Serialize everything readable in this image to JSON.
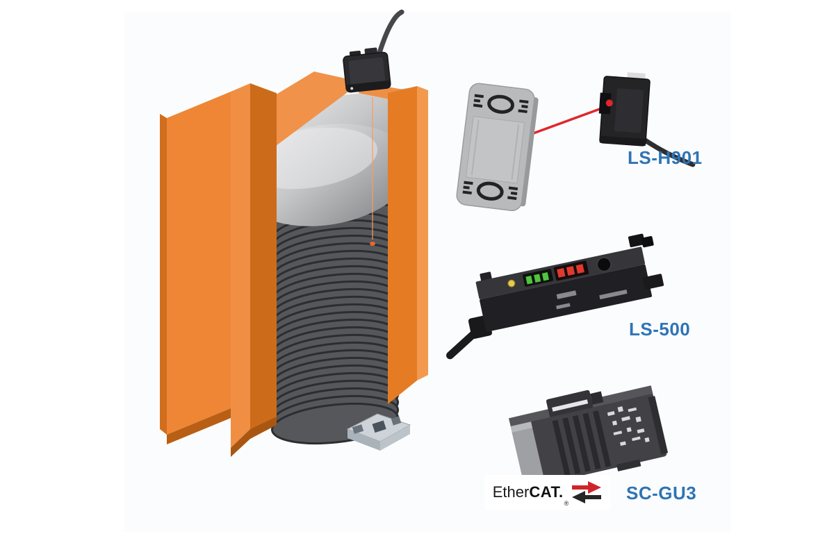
{
  "image": {
    "alt": "Laser sensor application: detecting windings of a coil held in an orange fixture"
  },
  "products": [
    {
      "label": "LS-H901"
    },
    {
      "label": "LS-500"
    },
    {
      "label": "SC-GU3"
    }
  ],
  "ethercat": {
    "prefix": "Ether",
    "bold": "CAT.",
    "reg": "®"
  },
  "colors": {
    "label_blue": "#2e74b6",
    "fixture_orange": "#e8802e",
    "fixture_orange_light": "#f2984e",
    "fixture_orange_dark": "#c9671b",
    "coil_ring": "#56575b",
    "coil_ring_edge": "#2c2d30",
    "metal_light": "#f0f0f0",
    "metal_dark": "#7e7f82",
    "laser": "#ff4616",
    "beam_red": "#e0262b",
    "device_black": "#242428",
    "reflector_gray": "#b9babc",
    "ethercat_red": "#d0242b",
    "ethercat_black": "#1a1a1a"
  }
}
